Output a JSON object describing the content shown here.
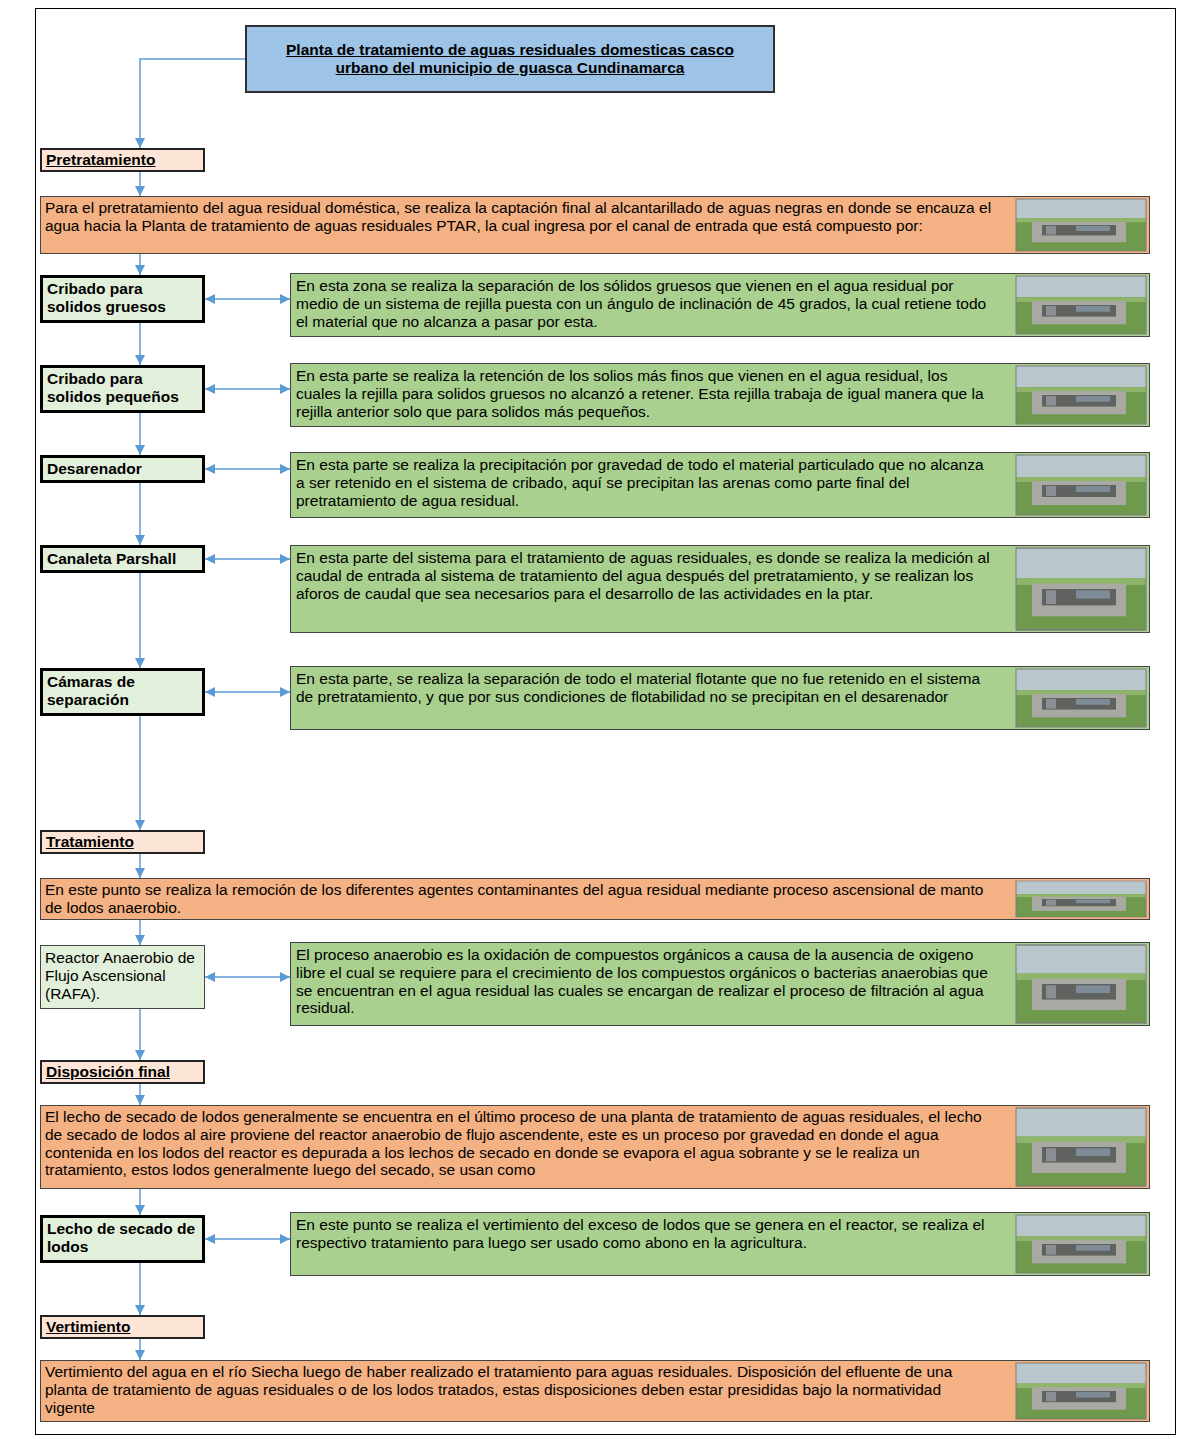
{
  "diagram": {
    "nodes": [
      {
        "text": [
          "Planta de tratamiento de aguas residuales domesticas casco urbano del municipio de guasca Cundinamarca"
        ]
      },
      {
        "text": [
          "Pretratamiento"
        ]
      },
      {
        "text": [
          "Para el pretratamiento del agua residual doméstica, se realiza la captación final al alcantarillado de aguas negras en donde se encauza el agua hacia la Planta de tratamiento de aguas residuales PTAR, la cual ingresa por el canal de entrada que está compuesto por:"
        ]
      },
      {
        "text": [
          "Cribado para solidos gruesos"
        ]
      },
      {
        "text": [
          "En esta zona se realiza la separación de los sólidos gruesos que vienen en el agua residual por medio de un sistema de rejilla puesta con un ángulo de inclinación de 45 grados, la cual retiene todo el material que no alcanza a pasar por esta."
        ]
      },
      {
        "text": [
          "Cribado para solidos pequeños"
        ]
      },
      {
        "text": [
          "En esta parte se realiza la retención de los solios más finos que vienen en el agua residual, los cuales la rejilla para solidos gruesos no alcanzó a retener. Esta rejilla trabaja de igual manera que la rejilla anterior solo que para solidos más pequeños."
        ]
      },
      {
        "text": [
          "Desarenador"
        ]
      },
      {
        "text": [
          "En esta parte se realiza la precipitación por gravedad de todo el material particulado que no alcanza a ser retenido en el sistema de cribado, aquí se precipitan las arenas como parte final del pretratamiento de agua residual."
        ]
      },
      {
        "text": [
          "Canaleta Parshall"
        ]
      },
      {
        "text": [
          "En esta parte del sistema para el tratamiento de aguas residuales, es donde se realiza la medición al caudal de entrada al sistema de tratamiento del agua después del pretratamiento, y se realizan los aforos de caudal que sea necesarios para el desarrollo de las actividades en la ptar."
        ]
      },
      {
        "text": [
          "Cámaras de separación"
        ]
      },
      {
        "text": [
          "En esta parte, se realiza la separación de todo el material flotante que no fue retenido en el sistema de pretratamiento, y que por sus condiciones de flotabilidad no se precipitan en el desarenador"
        ]
      },
      {
        "text": [
          "Tratamiento"
        ]
      },
      {
        "text": [
          "En este punto se realiza la remoción de los diferentes agentes contaminantes del agua residual mediante proceso ascensional de manto de lodos anaerobio."
        ]
      },
      {
        "text": [
          "Reactor Anaerobio de Flujo Ascensional (RAFA)."
        ]
      },
      {
        "text": [
          "El proceso anaerobio es la oxidación de compuestos orgánicos a causa de la ausencia de oxigeno libre el cual se requiere para el crecimiento de los compuestos orgánicos o bacterias anaerobias que se encuentran en el agua residual las cuales se encargan de realizar el proceso de filtración al agua residual."
        ]
      },
      {
        "text": [
          "Disposición final"
        ]
      },
      {
        "text": [
          "El lecho de secado de lodos generalmente se encuentra en el último proceso de una planta de tratamiento de aguas residuales, el lecho de secado de lodos al aire proviene del reactor anaerobio de flujo ascendente, este es un proceso por gravedad en donde el agua contenida en los lodos del reactor es depurada a los lechos de secado en donde se evapora el agua sobrante y se le realiza un tratamiento, estos lodos generalmente luego del secado, se usan como"
        ]
      },
      {
        "text": [
          "Lecho de secado de lodos"
        ]
      },
      {
        "text": [
          "En este punto se realiza el vertimiento del exceso de lodos que se genera en el reactor, se realiza el respectivo tratamiento para luego ser usado como abono en la agricultura."
        ]
      },
      {
        "text": [
          "Vertimiento"
        ]
      },
      {
        "text": [
          "Vertimiento del agua en el río Siecha luego de haber realizado el tratamiento para aguas residuales. Disposición del efluente de una planta de tratamiento de aguas residuales o de los lodos tratados, estas disposiciones deben estar presididas bajo la normatividad vigente"
        ]
      }
    ],
    "edges": [
      {
        "from": 0,
        "to": 1,
        "arrow": "to"
      },
      {
        "from": 1,
        "to": 2,
        "arrow": "to"
      },
      {
        "from": 2,
        "to": 3,
        "arrow": "to"
      },
      {
        "from": 3,
        "to": 4,
        "arrow": "both"
      },
      {
        "from": 3,
        "to": 5,
        "arrow": "to"
      },
      {
        "from": 5,
        "to": 6,
        "arrow": "both"
      },
      {
        "from": 5,
        "to": 7,
        "arrow": "to"
      },
      {
        "from": 7,
        "to": 8,
        "arrow": "both"
      },
      {
        "from": 7,
        "to": 9,
        "arrow": "to"
      },
      {
        "from": 9,
        "to": 10,
        "arrow": "both"
      },
      {
        "from": 9,
        "to": 11,
        "arrow": "to"
      },
      {
        "from": 11,
        "to": 12,
        "arrow": "both"
      },
      {
        "from": 11,
        "to": 13,
        "arrow": "to"
      },
      {
        "from": 13,
        "to": 14,
        "arrow": "to"
      },
      {
        "from": 14,
        "to": 15,
        "arrow": "to"
      },
      {
        "from": 15,
        "to": 16,
        "arrow": "both"
      },
      {
        "from": 15,
        "to": 17,
        "arrow": "to"
      },
      {
        "from": 17,
        "to": 18,
        "arrow": "to"
      },
      {
        "from": 18,
        "to": 19,
        "arrow": "to"
      },
      {
        "from": 19,
        "to": 20,
        "arrow": "both"
      },
      {
        "from": 19,
        "to": 21,
        "arrow": "to"
      },
      {
        "from": 21,
        "to": 22,
        "arrow": "to"
      }
    ]
  }
}
